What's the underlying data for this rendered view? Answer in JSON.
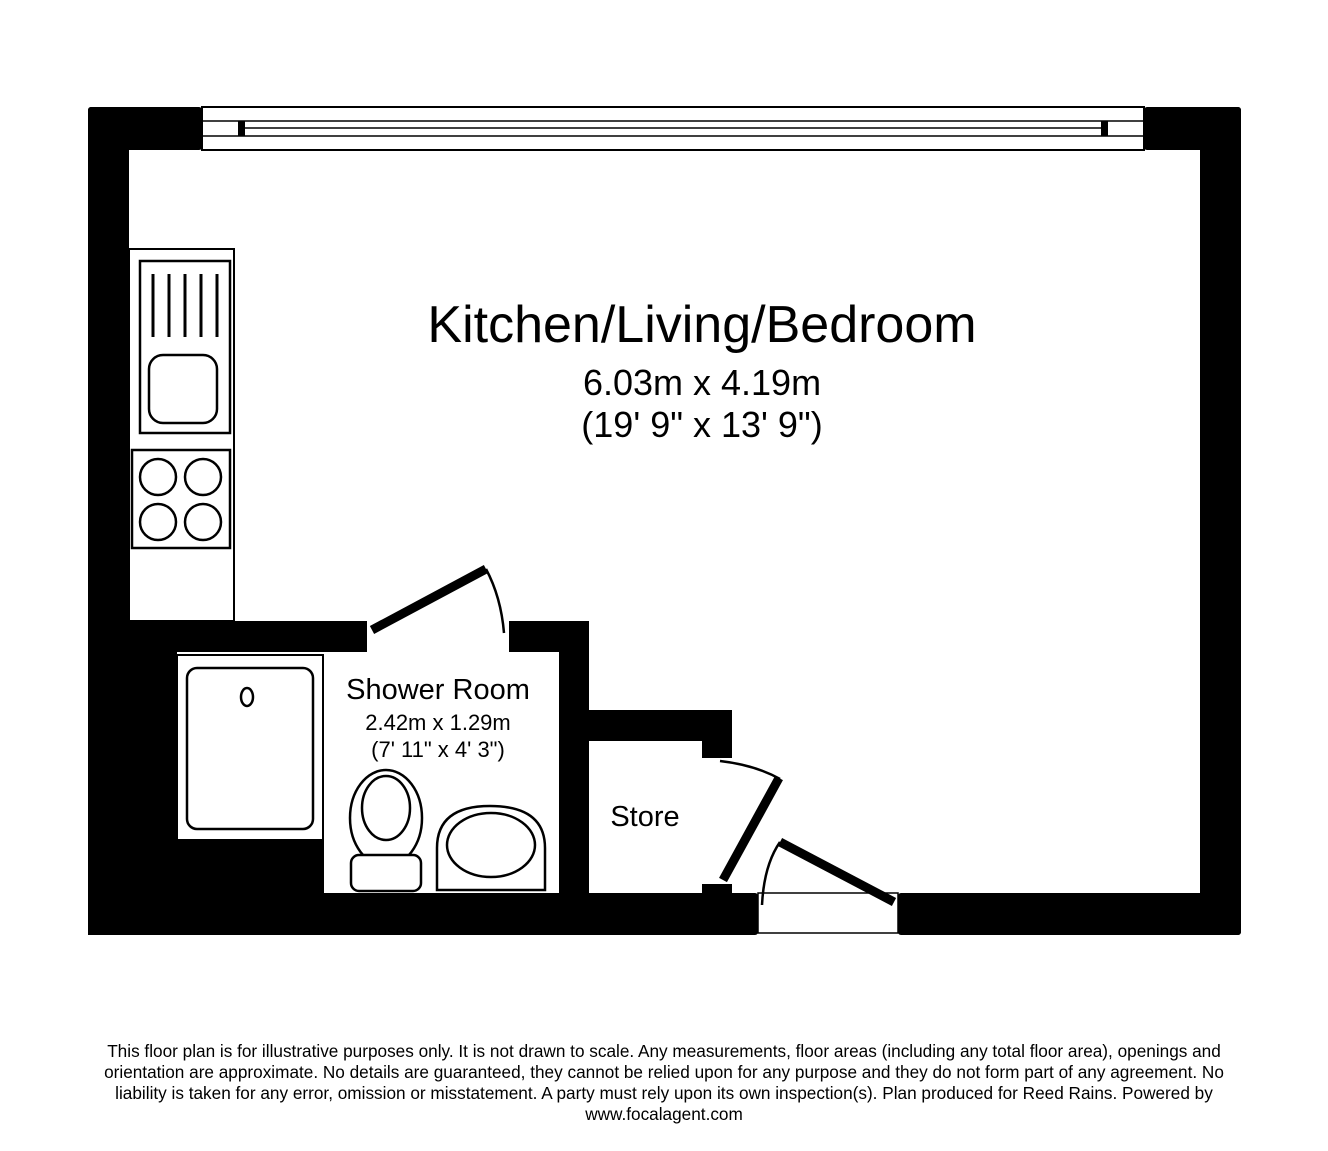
{
  "floor_plan": {
    "colors": {
      "wall": "#000000",
      "background": "#ffffff"
    },
    "rooms": [
      {
        "name": "Kitchen/Living/Bedroom",
        "dimensions_metric": "6.03m x 4.19m",
        "dimensions_imperial": "(19' 9\" x 13' 9\")"
      },
      {
        "name": "Shower Room",
        "dimensions_metric": "2.42m x 1.29m",
        "dimensions_imperial": "(7' 11\" x 4' 3\")"
      },
      {
        "name": "Store"
      }
    ],
    "fixtures": [
      "window-icon",
      "sink-drainer-icon",
      "hob-four-burner-icon",
      "shower-tray-icon",
      "toilet-icon",
      "wash-basin-icon",
      "door-swing-icon"
    ]
  },
  "disclaimer": {
    "lines": [
      "This floor plan is for illustrative purposes only. It is not drawn to scale. Any measurements, floor areas (including any total floor area), openings and",
      "orientation are approximate. No details are guaranteed, they cannot be relied upon for any purpose and they do not form part of any agreement. No",
      "liability is taken for any error, omission or misstatement. A party must rely upon its own inspection(s). Plan produced for Reed Rains. Powered by",
      "www.focalagent.com"
    ]
  }
}
